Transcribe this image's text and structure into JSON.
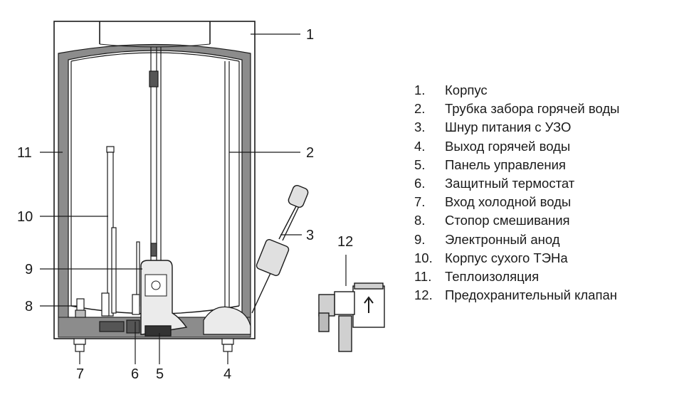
{
  "callouts": [
    "1",
    "2",
    "3",
    "4",
    "5",
    "6",
    "7",
    "8",
    "9",
    "10",
    "11",
    "12"
  ],
  "legend": [
    {
      "num": "1.",
      "text": "Корпус"
    },
    {
      "num": "2.",
      "text": "Трубка забора горячей воды"
    },
    {
      "num": "3.",
      "text": "Шнур питания с УЗО"
    },
    {
      "num": "4.",
      "text": "Выход горячей воды"
    },
    {
      "num": "5.",
      "text": "Панель управления"
    },
    {
      "num": "6.",
      "text": "Защитный термостат"
    },
    {
      "num": "7.",
      "text": "Вход холодной воды"
    },
    {
      "num": "8.",
      "text": "Стопор смешивания"
    },
    {
      "num": "9.",
      "text": "Электронный анод"
    },
    {
      "num": "10.",
      "text": "Корпус сухого ТЭНа"
    },
    {
      "num": "11.",
      "text": "Теплоизоляция"
    },
    {
      "num": "12.",
      "text": "Предохранительный клапан"
    }
  ],
  "colors": {
    "line": "#1a1a1a",
    "insulation": "#8c8c8c",
    "shade": "#e6e6e6"
  }
}
